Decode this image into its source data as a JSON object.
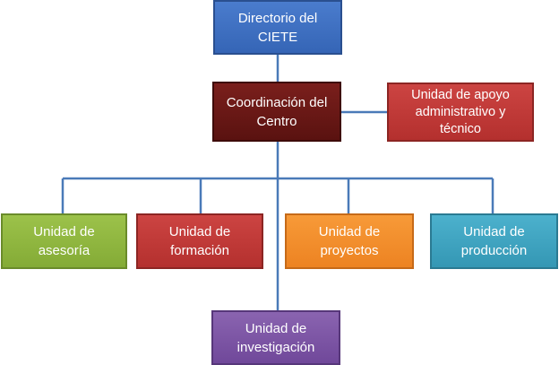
{
  "nodes": {
    "directorio": "Directorio del\nCIETE",
    "coordinacion": "Coordinación del\nCentro",
    "apoyo": "Unidad de apoyo\nadministrativo y\ntécnico",
    "asesoria": "Unidad de\nasesoría",
    "formacion": "Unidad de\nformación",
    "proyectos": "Unidad de\nproyectos",
    "produccion": "Unidad de\nproducción",
    "investigacion": "Unidad de\ninvestigación"
  },
  "colors": {
    "directorio": "#3f71c2",
    "coordinacion": "#6b1a17",
    "apoyo": "#c23a38",
    "asesoria": "#8fb540",
    "formacion": "#c23a38",
    "proyectos": "#f28f2c",
    "produccion": "#3fa4c1",
    "investigacion": "#7b56a6",
    "connector": "#4a7ab8"
  }
}
